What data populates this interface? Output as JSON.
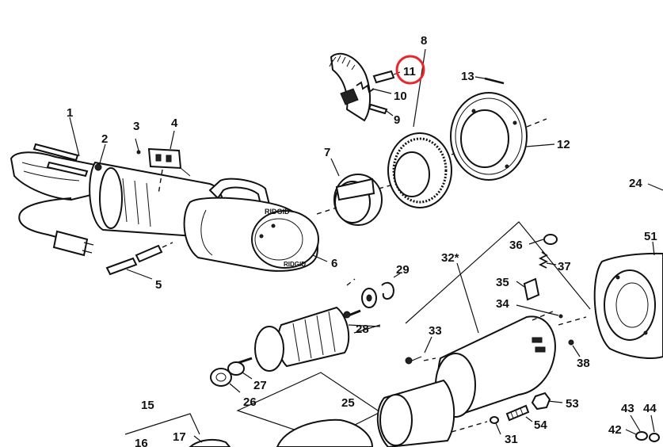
{
  "diagram": {
    "highlight_color": "#e8262b",
    "highlighted_label": "11",
    "part_labels": {
      "p1": "1",
      "p2": "2",
      "p3": "3",
      "p4": "4",
      "p5": "5",
      "p6": "6",
      "p7": "7",
      "p8": "8",
      "p9": "9",
      "p10": "10",
      "p11": "11",
      "p12": "12",
      "p13": "13",
      "p15": "15",
      "p16": "16",
      "p17": "17",
      "p24": "24",
      "p25": "25",
      "p26": "26",
      "p27": "27",
      "p28": "28",
      "p29": "29",
      "p31": "31",
      "p32": "32*",
      "p33": "33",
      "p34": "34",
      "p35": "35",
      "p36": "36",
      "p37": "37",
      "p38": "38",
      "p42": "42",
      "p43": "43",
      "p44": "44",
      "p51": "51",
      "p53": "53",
      "p54": "54"
    },
    "nameplate_texts": {
      "brand_top": "RIDGID",
      "brand_ring": "RIDGID"
    }
  }
}
